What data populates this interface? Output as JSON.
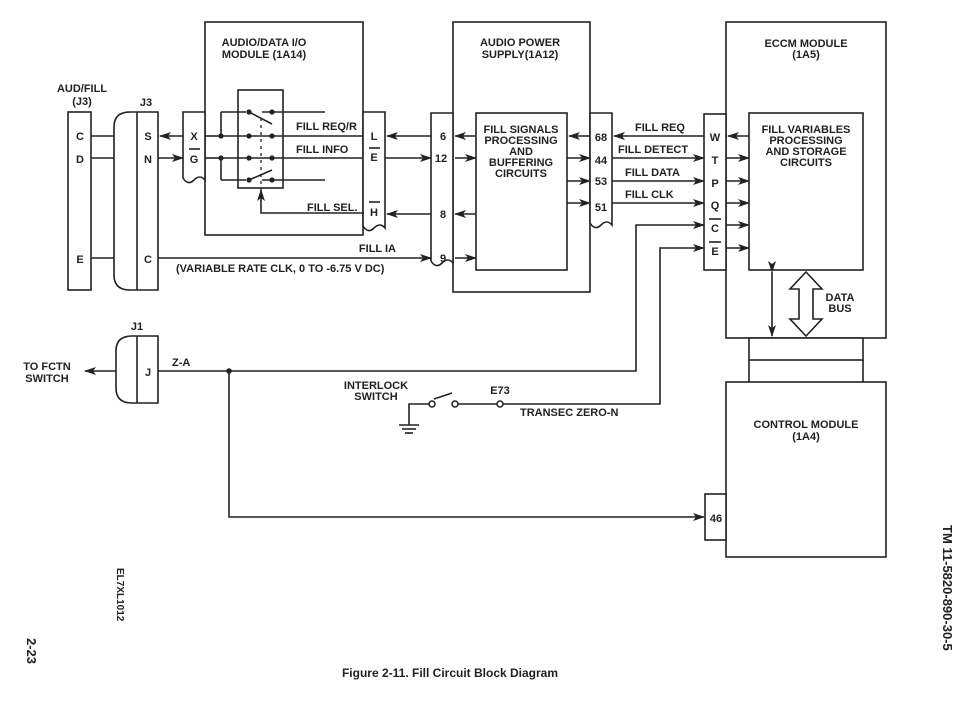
{
  "modules": {
    "aud_fill_j3": {
      "title_line1": "AUD/FILL",
      "title_line2": "(J3)",
      "pins": [
        "C",
        "D",
        "E"
      ]
    },
    "j3": {
      "title": "J3",
      "pins": [
        "S",
        "N",
        "C"
      ]
    },
    "audio_data_io": {
      "title_line1": "AUDIO/DATA I/O",
      "title_line2": "MODULE (1A14)",
      "left_pins": [
        "X",
        "G"
      ],
      "right_pins": [
        "L",
        "E",
        "H"
      ]
    },
    "audio_power_supply": {
      "title_line1": "AUDIO POWER",
      "title_line2": "SUPPLY(1A12)",
      "left_pins": [
        "6",
        "12",
        "8",
        "9"
      ],
      "right_pins": [
        "68",
        "44",
        "53",
        "51"
      ],
      "inner_lines": [
        "FILL SIGNALS",
        "PROCESSING",
        "AND",
        "BUFFERING",
        "CIRCUITS"
      ]
    },
    "eccm": {
      "title_line1": "ECCM MODULE",
      "title_line2": "(1A5)",
      "pins": [
        "W",
        "T",
        "P",
        "Q",
        "C",
        "E"
      ],
      "inner_lines": [
        "FILL VARIABLES",
        "PROCESSING",
        "AND STORAGE",
        "CIRCUITS"
      ],
      "bus_label_line1": "DATA",
      "bus_label_line2": "BUS"
    },
    "j1": {
      "title": "J1",
      "pin": "J"
    },
    "control_module": {
      "title_line1": "CONTROL MODULE",
      "title_line2": "(1A4)",
      "pin": "46"
    }
  },
  "signals": {
    "fill_req_r": "FILL REQ/R",
    "fill_info": "FILL INFO",
    "fill_sel": "FILL SEL.",
    "fill_ia": "FILL IA",
    "fill_ia_note": "(VARIABLE RATE CLK, 0 TO -6.75 V DC)",
    "fill_req": "FILL REQ",
    "fill_detect": "FILL DETECT",
    "fill_data": "FILL DATA",
    "fill_clk": "FILL CLK",
    "z_a": "Z-A",
    "to_fctn_line1": "TO FCTN",
    "to_fctn_line2": "SWITCH",
    "interlock_line1": "INTERLOCK",
    "interlock_line2": "SWITCH",
    "e73": "E73",
    "transec": "TRANSEC ZERO-N"
  },
  "page": {
    "caption": "Figure 2-11.  Fill Circuit Block Diagram",
    "page_number": "2-23",
    "drawing_id": "EL7XL1012",
    "tm_number": "TM 11-5820-890-30-5"
  }
}
